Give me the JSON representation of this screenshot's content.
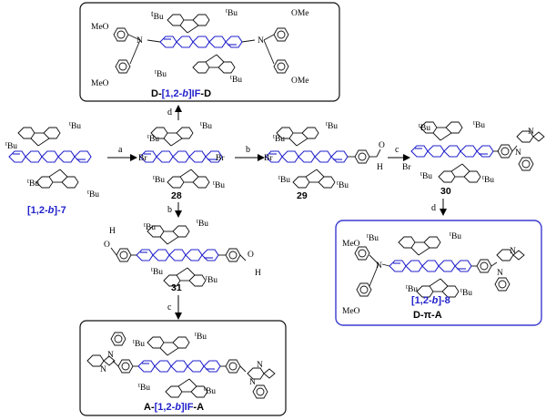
{
  "substituents": {
    "tbu": "Bu",
    "tbu_sup": "t",
    "ome": "MeO",
    "ome_r": "OMe",
    "br": "Br",
    "n": "N",
    "o": "O",
    "h": "H"
  },
  "compounds": {
    "c7": {
      "pre": "[1,2-",
      "it": "b",
      "post": "]-7"
    },
    "c28": "28",
    "c29": "29",
    "c30": "30",
    "c31": "31",
    "c8": {
      "pre": "[1,2-",
      "it": "b",
      "post": "]-8"
    },
    "dpa": "D-π-A",
    "dd": {
      "pre": "D-",
      "blue": "[1,2-",
      "it": "b",
      "blue2": "]IF",
      "post": "-D"
    },
    "aa": {
      "pre": "A-",
      "blue": "[1,2-",
      "it": "b",
      "blue2": "]IF",
      "post": "-A"
    }
  },
  "conditions": {
    "a": "a",
    "b1": "b",
    "b2": "b",
    "c1": "c",
    "c2": "c",
    "d1": "d",
    "d2": "d"
  },
  "colors": {
    "core": "#2222cc",
    "periphery": "#111111",
    "accent_box": "#3a3ad0"
  }
}
